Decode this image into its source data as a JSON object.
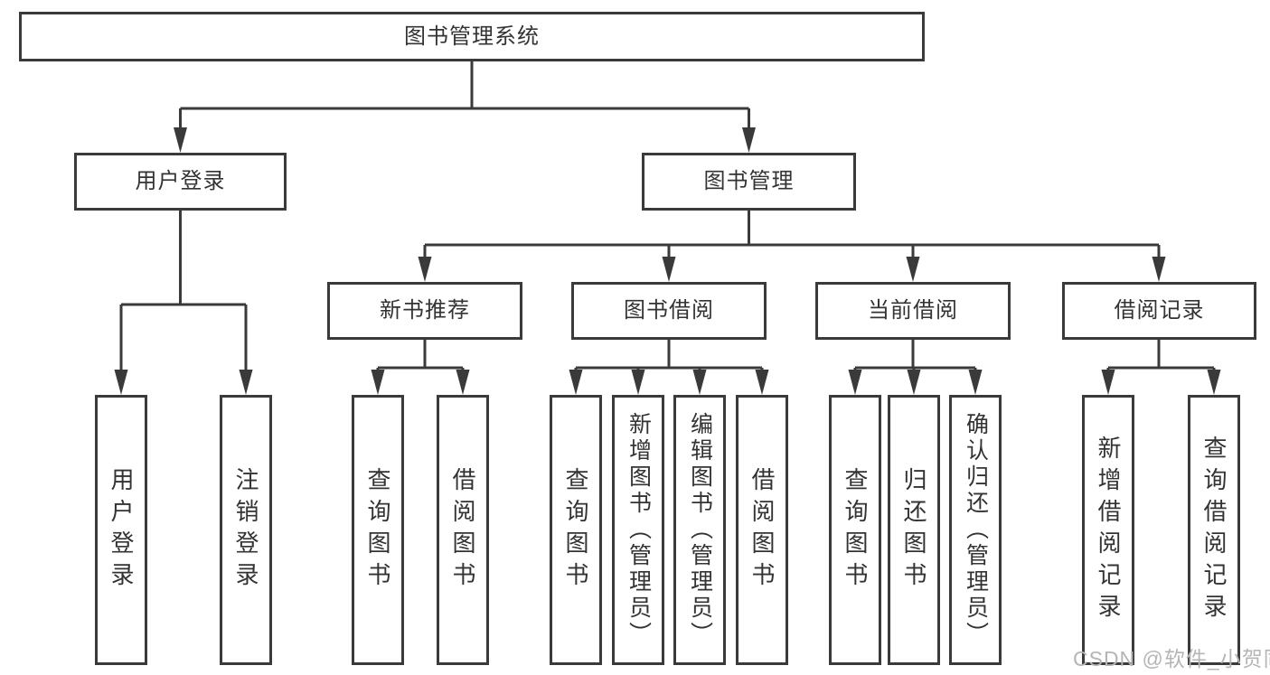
{
  "diagram": {
    "root": {
      "label": "图书管理系统"
    },
    "branches": [
      {
        "label": "用户登录",
        "children": [
          {
            "label": "用户登录"
          },
          {
            "label": "注销登录"
          }
        ]
      },
      {
        "label": "图书管理",
        "children": [
          {
            "label": "新书推荐",
            "children": [
              {
                "label": "查询图书"
              },
              {
                "label": "借阅图书"
              }
            ]
          },
          {
            "label": "图书借阅",
            "children": [
              {
                "label": "查询图书"
              },
              {
                "label": "新增图书（管理员）"
              },
              {
                "label": "编辑图书（管理员）"
              },
              {
                "label": "借阅图书"
              }
            ]
          },
          {
            "label": "当前借阅",
            "children": [
              {
                "label": "查询图书"
              },
              {
                "label": "归还图书"
              },
              {
                "label": "确认归还（管理员）"
              }
            ]
          },
          {
            "label": "借阅记录",
            "children": [
              {
                "label": "新增借阅记录"
              },
              {
                "label": "查询借阅记录"
              }
            ]
          }
        ]
      }
    ]
  },
  "watermark": "CSDN @软件_小贺同学",
  "colors": {
    "line": "#3a3a3a",
    "text": "#333333",
    "background": "#ffffff",
    "watermark": "#b5b5b5"
  }
}
